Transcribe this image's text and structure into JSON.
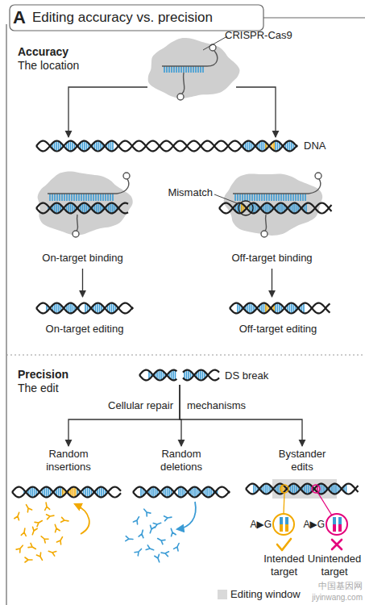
{
  "diagram": {
    "title": "Editing accuracy vs. precision",
    "nodes": [
      {
        "text": [
          "CRISPR-Cas9"
        ]
      },
      {
        "text": [
          "DNA"
        ]
      },
      {
        "text": [
          "On-target binding"
        ]
      },
      {
        "text": [
          "Off-target binding"
        ]
      },
      {
        "text": [
          "On-target editing"
        ]
      },
      {
        "text": [
          "Off-target editing"
        ]
      },
      {
        "text": [
          "DS break"
        ]
      },
      {
        "text": [
          "Random insertions"
        ]
      },
      {
        "text": [
          "Random deletions"
        ]
      },
      {
        "text": [
          "Bystander edits"
        ]
      }
    ],
    "edges": [
      {
        "from": 0,
        "to": 1,
        "arrow": "to"
      },
      {
        "from": 0,
        "to": 1,
        "arrow": "to"
      },
      {
        "from": 2,
        "to": 4,
        "arrow": "to"
      },
      {
        "from": 3,
        "to": 5,
        "arrow": "to"
      },
      {
        "from": 6,
        "to": 7,
        "arrow": "to"
      },
      {
        "from": 6,
        "to": 8,
        "arrow": "to"
      },
      {
        "from": 6,
        "to": 9,
        "arrow": "to"
      }
    ],
    "labels": [
      "A",
      "Accuracy",
      "The location",
      "Mismatch",
      "Precision",
      "The edit",
      "Cellular repair",
      "mechanisms",
      "A▶G",
      "A▶G",
      "Intended target",
      "Unintended target",
      "中国基因网",
      "jiyinwang.com"
    ],
    "legend": [
      {
        "text": "Editing window",
        "color": "#d9d9d9"
      }
    ]
  }
}
